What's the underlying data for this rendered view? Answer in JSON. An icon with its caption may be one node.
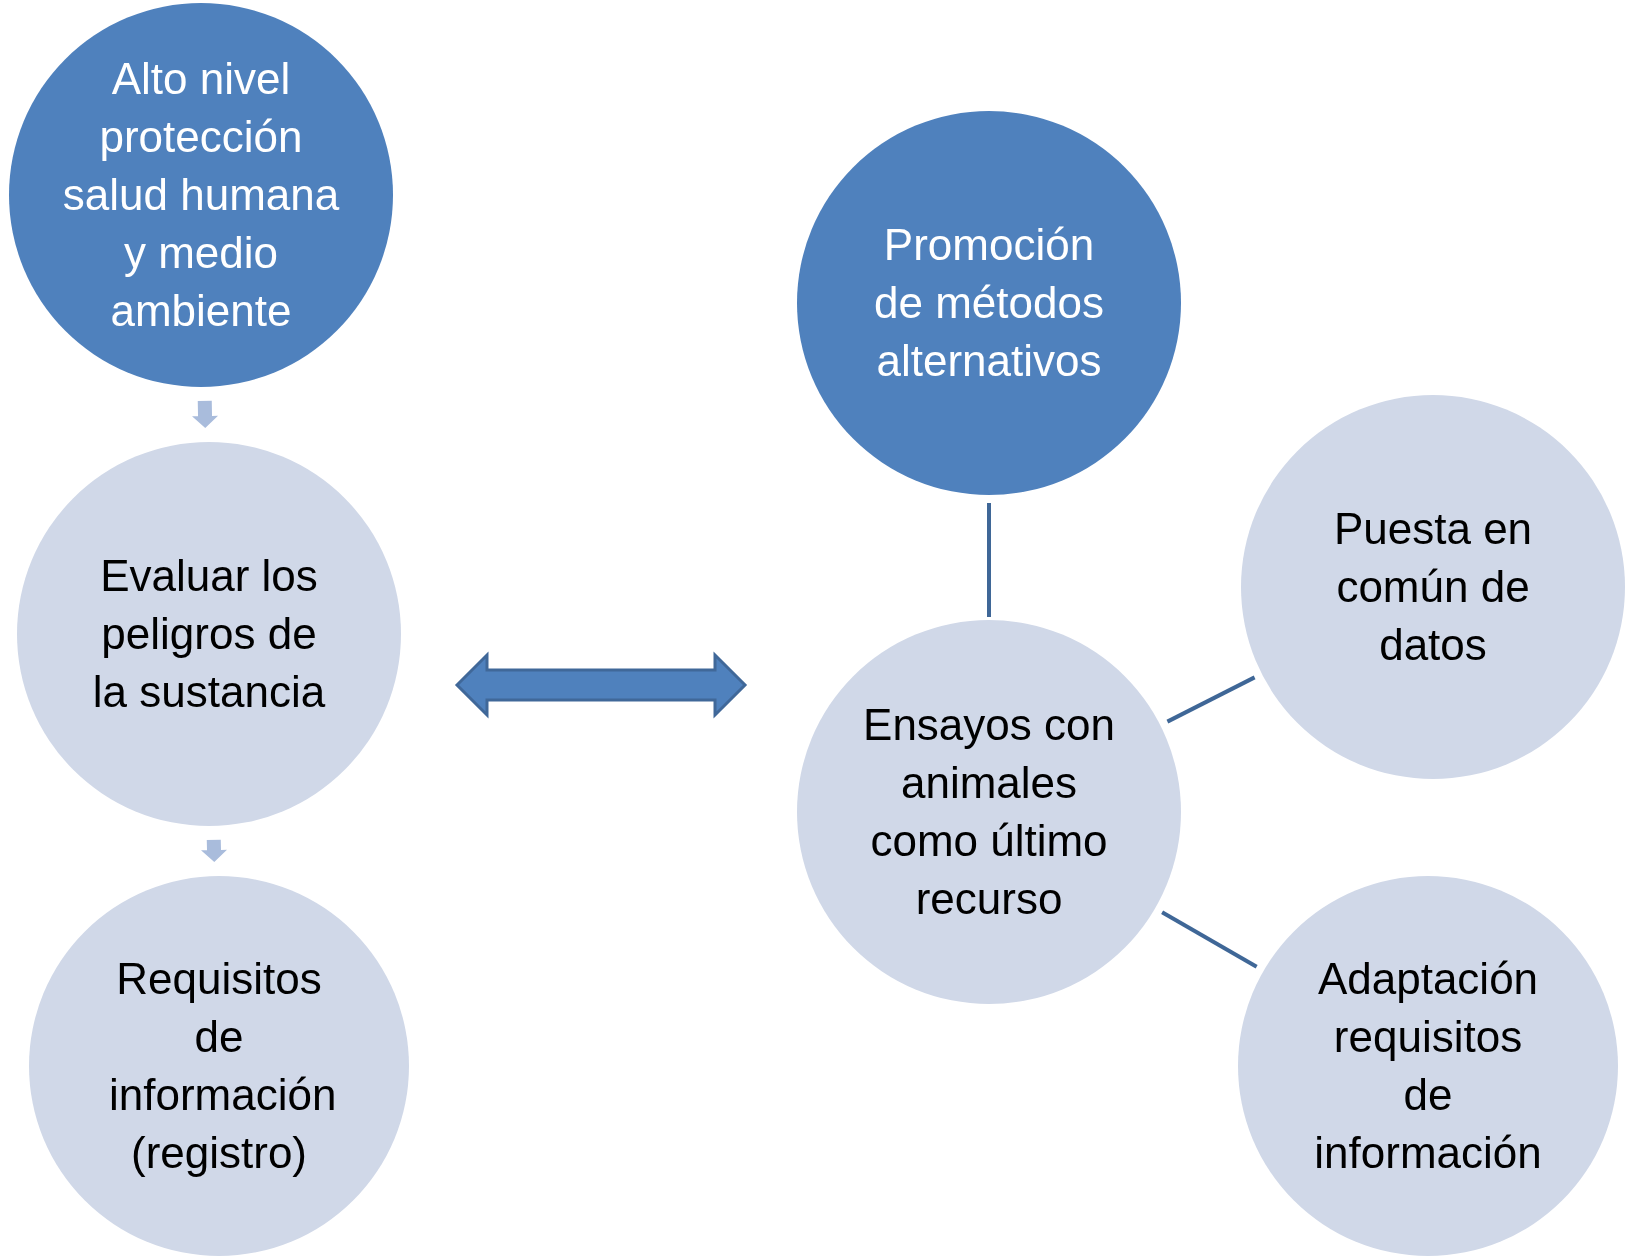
{
  "diagram": {
    "nodes": [
      {
        "text": [
          "Alto nivel protección salud humana y medio ambiente"
        ]
      },
      {
        "text": [
          "Evaluar los peligros de la sustancia"
        ]
      },
      {
        "text": [
          "Requisitos de información (registro)"
        ]
      },
      {
        "text": [
          "Promoción de métodos alternativos"
        ]
      },
      {
        "text": [
          "Ensayos con animales como último recurso"
        ]
      },
      {
        "text": [
          "Puesta en común de datos"
        ]
      },
      {
        "text": [
          "Adaptación requisitos de información"
        ]
      }
    ],
    "edges": [
      {
        "from": 0,
        "to": 1,
        "arrow": "to",
        "style": "thick",
        "color": "#a9bcdc"
      },
      {
        "from": 1,
        "to": 2,
        "arrow": "to",
        "style": "thick",
        "color": "#a9bcdc"
      },
      {
        "from": 1,
        "to": 4,
        "arrow": "both",
        "style": "thick",
        "color": "#4f81bd"
      },
      {
        "from": 3,
        "to": 4,
        "arrow": "none",
        "color": "#3f6797"
      },
      {
        "from": 4,
        "to": 5,
        "arrow": "none",
        "color": "#3f6797"
      },
      {
        "from": 4,
        "to": 6,
        "arrow": "none",
        "color": "#3f6797"
      }
    ]
  }
}
